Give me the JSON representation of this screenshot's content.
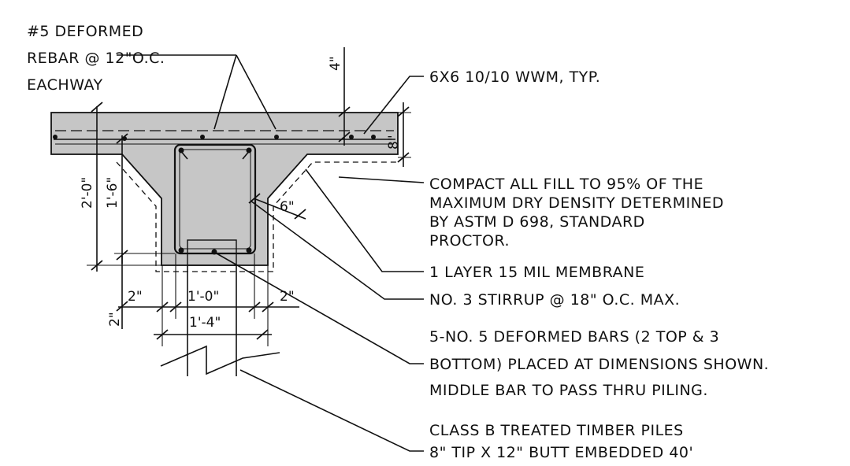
{
  "notes": {
    "rebar": [
      "#5 DEFORMED",
      "REBAR @ 12\"O.C.",
      "EACHWAY"
    ],
    "wwm": "6X6 10/10 WWM, TYP.",
    "fill": [
      "COMPACT ALL FILL TO 95% OF THE",
      "MAXIMUM DRY DENSITY DETERMINED",
      "BY ASTM D 698, STANDARD",
      "PROCTOR."
    ],
    "membrane": "1 LAYER 15 MIL MEMBRANE",
    "stirrup": "NO. 3 STIRRUP @ 18\" O.C. MAX.",
    "bars": [
      "5-NO. 5 DEFORMED BARS (2 TOP & 3",
      "BOTTOM) PLACED AT DIMENSIONS SHOWN.",
      "MIDDLE BAR TO PASS THRU PILING."
    ],
    "piles": [
      "CLASS B TREATED TIMBER PILES",
      "8\" TIP X 12\" BUTT EMBEDDED 40'"
    ]
  },
  "dimensions": {
    "slab_cover": "4\"",
    "slab_thickness": "8\"",
    "total_depth": "2'-0\"",
    "beam_depth": "1'-6\"",
    "haunch": "6\"",
    "bottom_cover": "2\"",
    "side_left": "2\"",
    "side_right": "2\"",
    "beam_width": "1'-0\"",
    "overall_width": "1'-4\""
  },
  "colors": {
    "concrete": "#c6c6c6",
    "linework": "#111111"
  }
}
